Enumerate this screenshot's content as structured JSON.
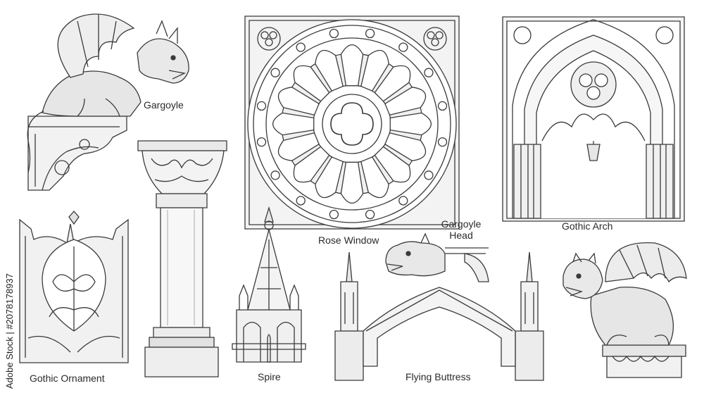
{
  "labels": {
    "gargoyle": "Gargoyle",
    "rose_window": "Rose Window",
    "gargoyle_head": "Gargoyle Head",
    "gothic_arch": "Gothic Arch",
    "gothic_ornament": "Gothic Ornament",
    "spire": "Spire",
    "flying_buttress": "Flying Buttress"
  },
  "stock_id": "Adobe Stock | #2078178937",
  "colors": {
    "ink": "#3a3a3a",
    "paper": "#ffffff",
    "shade": "#d9d9d9"
  }
}
